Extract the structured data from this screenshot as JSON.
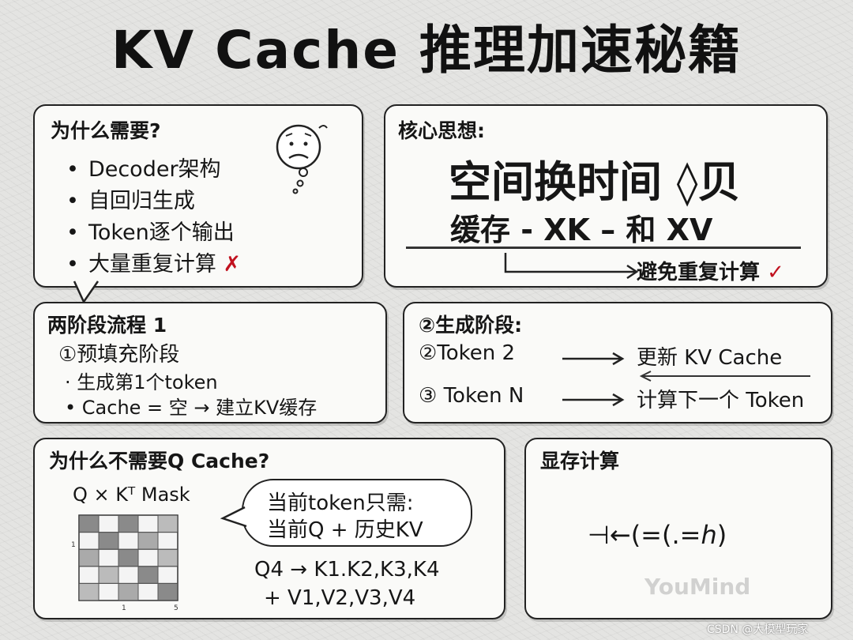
{
  "title": "KV Cache 推理加速秘籍",
  "why": {
    "heading": "为什么需要?",
    "items": [
      "Decoder架构",
      "自回归生成",
      "Token逐个输出",
      "大量重复计算"
    ],
    "mark": "✗"
  },
  "core": {
    "heading": "核心思想:",
    "main": "空间换时间 ◊贝",
    "cache_line": "缓存 - XK  –  和 XV",
    "result": "避免重复计算",
    "check": "✓"
  },
  "two_stage": {
    "heading": "两阶段流程 1",
    "stage1": "①预填充阶段",
    "items": [
      "· 生成第1个token",
      "• Cache = 空 → 建立KV缓存"
    ]
  },
  "generate": {
    "heading": "②生成阶段:",
    "row1_label": "②Token 2",
    "row1_result": "更新 KV Cache",
    "row2_label": "③ Token N",
    "row2_result": "计算下一个 Token"
  },
  "no_q": {
    "heading": "为什么不需要Q Cache?",
    "matrix_label": "Q × Kᵀ Mask",
    "bubble_line1": "当前token只需:",
    "bubble_line2": "当前Q + 历史KV",
    "formula_line1": "Q4 → K1.K2,K3,K4",
    "formula_line2": "+ V1,V2,V3,V4",
    "axis_labels": [
      "1",
      "1",
      "5"
    ]
  },
  "memory": {
    "heading": "显存计算",
    "formula": "⊣←(=(.=ℎ)"
  },
  "watermark": "YouMind",
  "source": "CSDN @大模型玩家"
}
